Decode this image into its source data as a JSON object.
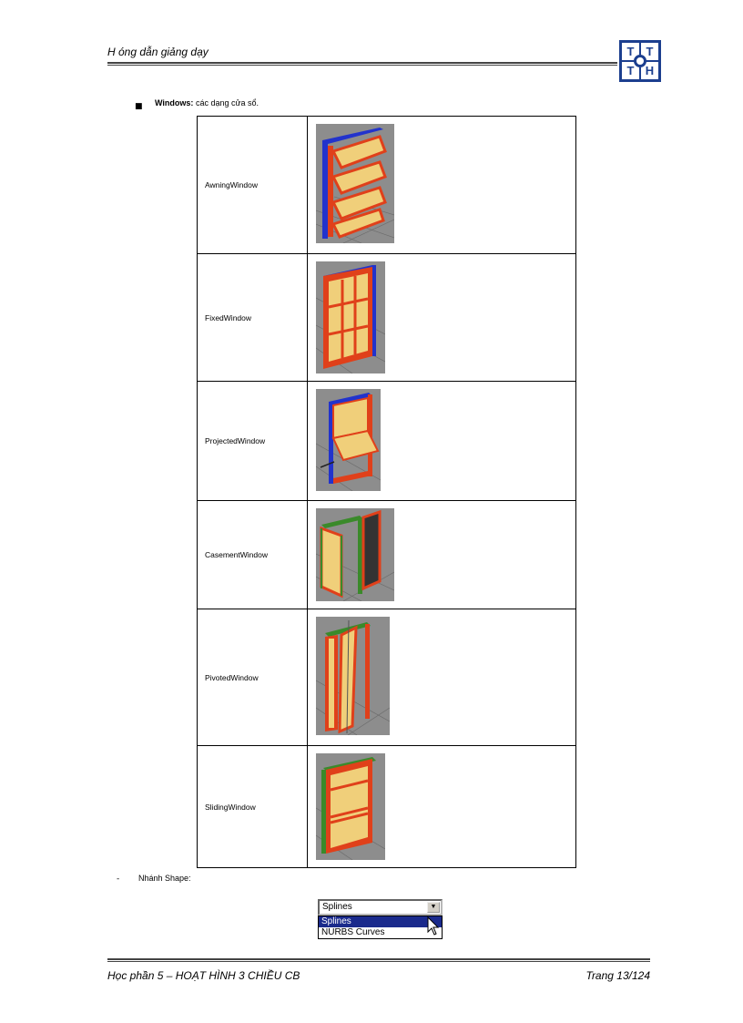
{
  "header": {
    "title": "H óng dẫn giảng dạy",
    "logo_letters": [
      "T",
      "T",
      "T",
      "H"
    ]
  },
  "section": {
    "bullet": "■",
    "heading": "Windows:",
    "description": "các dạng cửa sổ."
  },
  "windows": [
    {
      "name": "AwningWindow",
      "icon": "awning-window-icon"
    },
    {
      "name": "FixedWindow",
      "icon": "fixed-window-icon"
    },
    {
      "name": "ProjectedWindow",
      "icon": "projected-window-icon"
    },
    {
      "name": "CasementWindow",
      "icon": "casement-window-icon"
    },
    {
      "name": "PivotedWindow",
      "icon": "pivoted-window-icon"
    },
    {
      "name": "SlidingWindow",
      "icon": "sliding-window-icon"
    }
  ],
  "shape_branch": {
    "dash": "-",
    "label": "Nhánh Shape:",
    "dropdown": {
      "selected": "Splines",
      "options": [
        "Splines",
        "NURBS Curves"
      ],
      "highlighted": "Splines"
    }
  },
  "footer": {
    "course": "Học phần 5 – HOẠT HÌNH 3 CHIỀU CB",
    "page": "Trang 13/124"
  },
  "colors": {
    "frame_red": "#e0401a",
    "frame_blue": "#2233cc",
    "frame_green": "#3a8a2a",
    "pane_yellow": "#f0cf7a",
    "thumb_bg": "#8d8d8d",
    "logo_blue": "#1c3f8f",
    "list_highlight": "#1a2a8c"
  }
}
